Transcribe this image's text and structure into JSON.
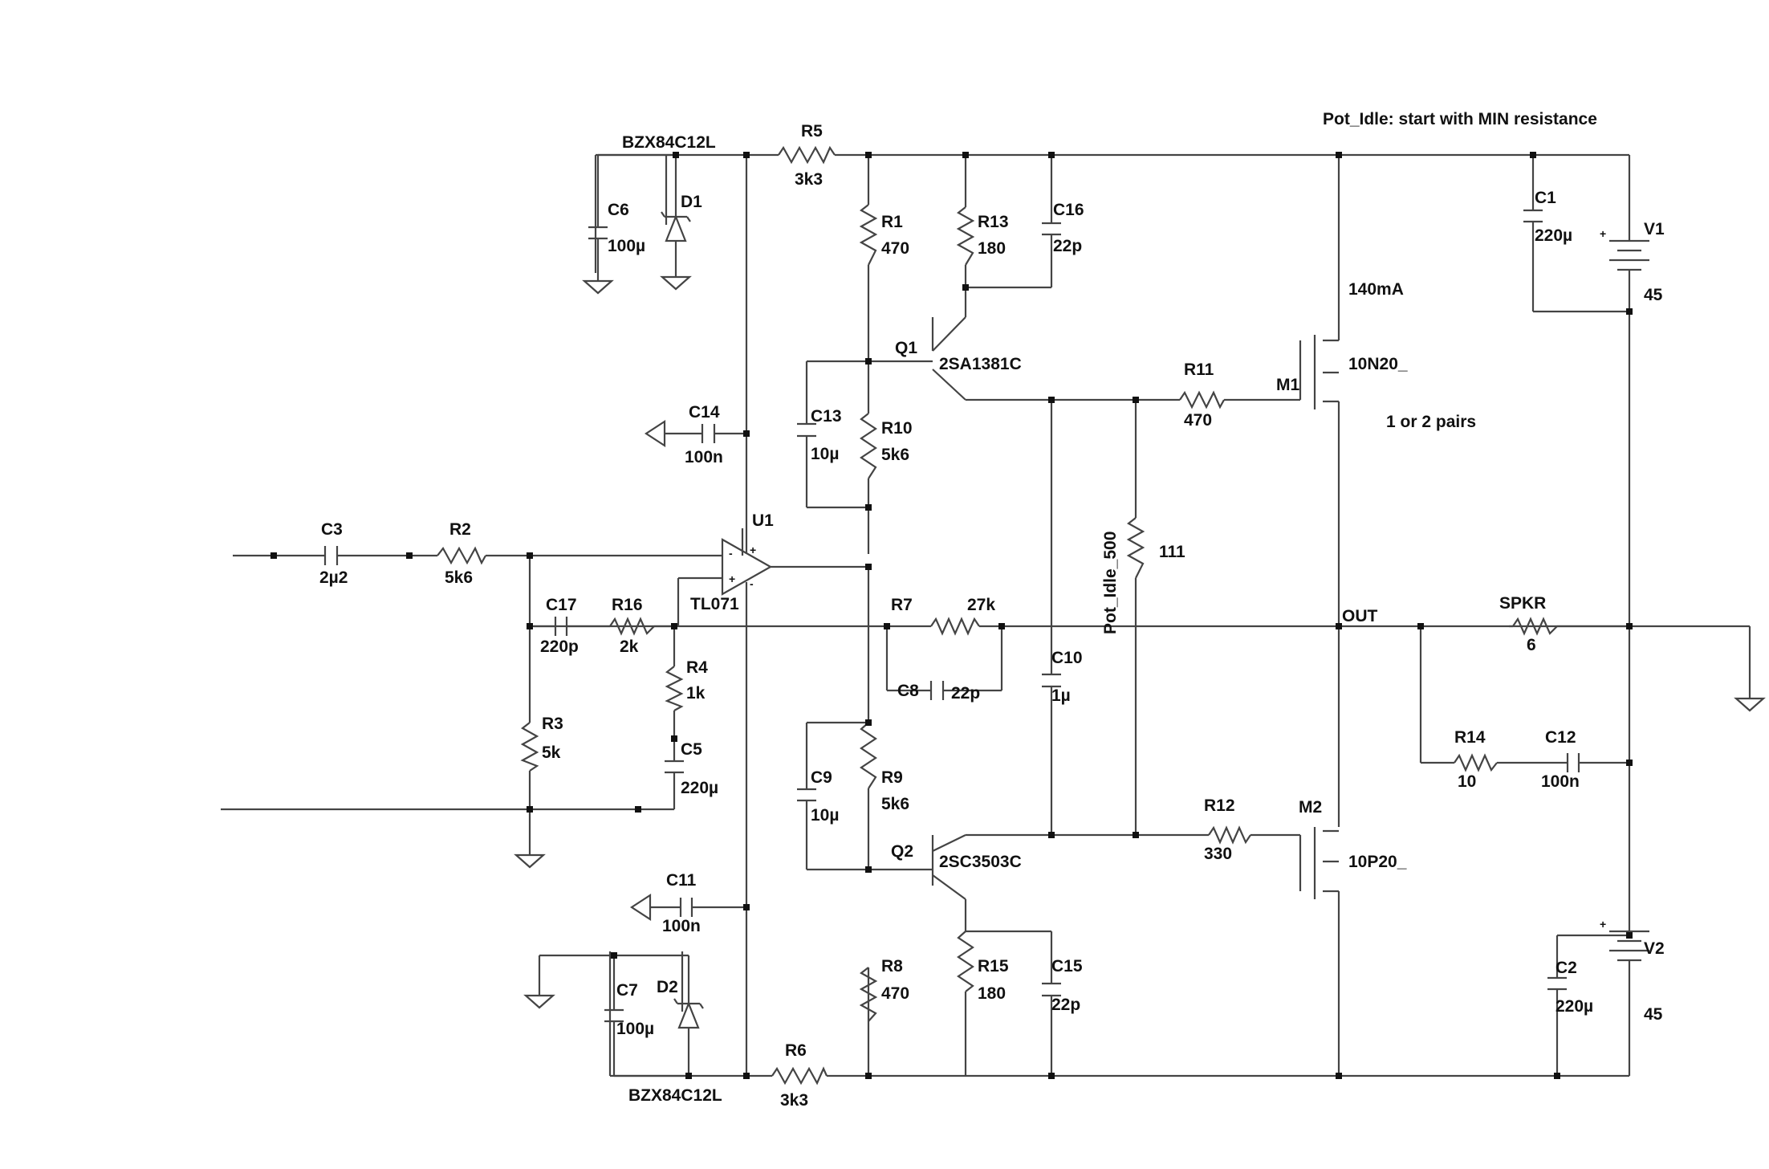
{
  "components": {
    "D1": {
      "ref": "D1",
      "value": "BZX84C12L"
    },
    "D2": {
      "ref": "D2",
      "value": "BZX84C12L"
    },
    "R5": {
      "ref": "R5",
      "value": "3k3"
    },
    "R6": {
      "ref": "R6",
      "value": "3k3"
    },
    "C6": {
      "ref": "C6",
      "value": "100µ"
    },
    "C7": {
      "ref": "C7",
      "value": "100µ"
    },
    "R1": {
      "ref": "R1",
      "value": "470"
    },
    "R13": {
      "ref": "R13",
      "value": "180"
    },
    "C16": {
      "ref": "C16",
      "value": "22p"
    },
    "C1": {
      "ref": "C1",
      "value": "220µ"
    },
    "V1": {
      "ref": "V1",
      "value": "45"
    },
    "Q1": {
      "ref": "Q1",
      "value": "2SA1381C"
    },
    "M1": {
      "ref": "M1",
      "value": "10N20_"
    },
    "R11": {
      "ref": "R11",
      "value": "470"
    },
    "C14": {
      "ref": "C14",
      "value": "100n"
    },
    "C13": {
      "ref": "C13",
      "value": "10µ"
    },
    "R10": {
      "ref": "R10",
      "value": "5k6"
    },
    "U1": {
      "ref": "U1",
      "value": "TL071"
    },
    "C3": {
      "ref": "C3",
      "value": "2µ2"
    },
    "R2": {
      "ref": "R2",
      "value": "5k6"
    },
    "C17": {
      "ref": "C17",
      "value": "220p"
    },
    "R16": {
      "ref": "R16",
      "value": "2k"
    },
    "R7": {
      "ref": "R7",
      "value": "27k"
    },
    "C8": {
      "ref": "C8",
      "value": "22p"
    },
    "Pot": {
      "ref": "Pot_Idle_500",
      "value": "111"
    },
    "C10": {
      "ref": "C10",
      "value": "1µ"
    },
    "SPKR": {
      "ref": "SPKR",
      "value": "6"
    },
    "R4": {
      "ref": "R4",
      "value": "1k"
    },
    "C5": {
      "ref": "C5",
      "value": "220µ"
    },
    "R3": {
      "ref": "R3",
      "value": "5k"
    },
    "R14": {
      "ref": "R14",
      "value": "10"
    },
    "C12": {
      "ref": "C12",
      "value": "100n"
    },
    "C9": {
      "ref": "C9",
      "value": "10µ"
    },
    "R9": {
      "ref": "R9",
      "value": "5k6"
    },
    "R12": {
      "ref": "R12",
      "value": "330"
    },
    "M2": {
      "ref": "M2",
      "value": "10P20_"
    },
    "Q2": {
      "ref": "Q2",
      "value": "2SC3503C"
    },
    "C11": {
      "ref": "C11",
      "value": "100n"
    },
    "R8": {
      "ref": "R8",
      "value": "470"
    },
    "R15": {
      "ref": "R15",
      "value": "180"
    },
    "C15": {
      "ref": "C15",
      "value": "22p"
    },
    "C2": {
      "ref": "C2",
      "value": "220µ"
    },
    "V2": {
      "ref": "V2",
      "value": "45"
    }
  },
  "notes": {
    "pot_note": "Pot_Idle: start with MIN resistance",
    "current": "140mA",
    "pairs": "1 or 2 pairs",
    "out_net": "OUT"
  }
}
